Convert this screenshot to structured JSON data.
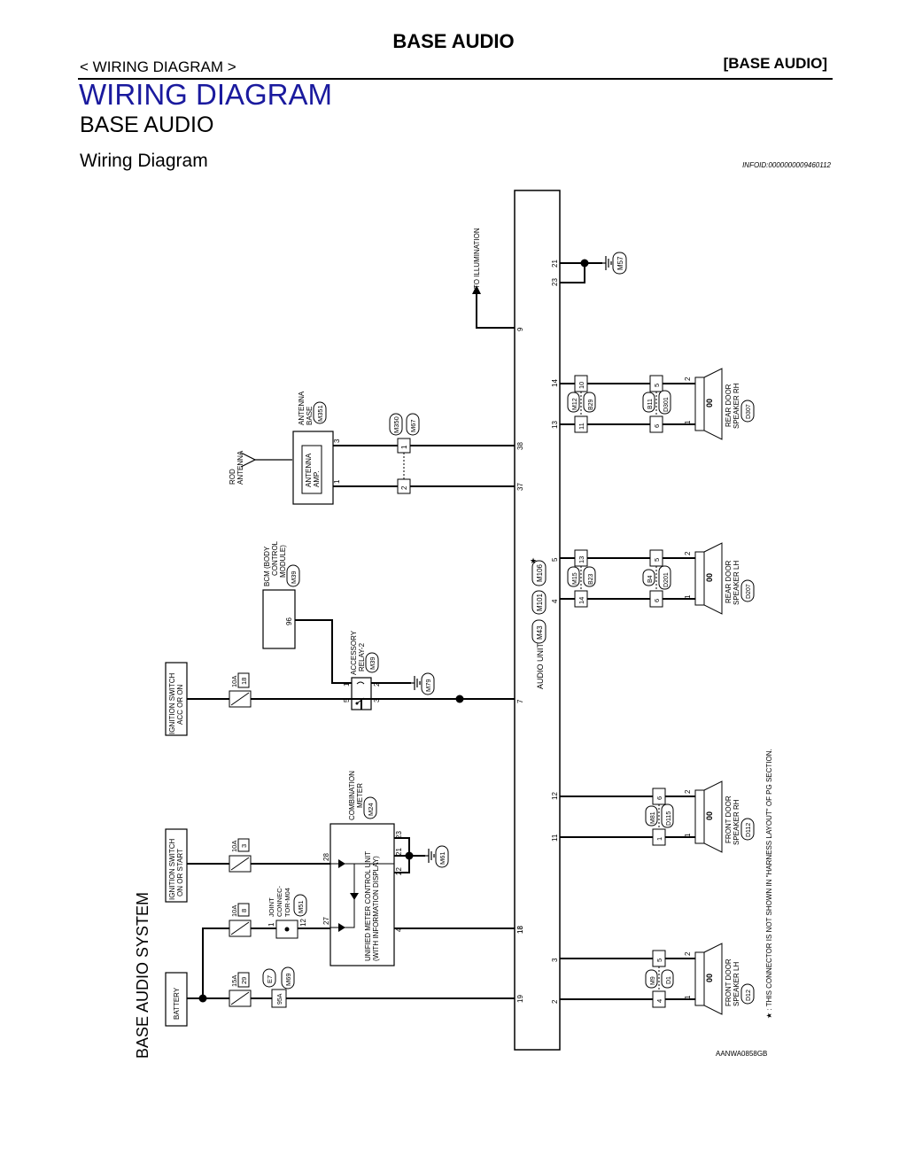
{
  "header": {
    "section_title": "BASE AUDIO",
    "breadcrumb": "< WIRING DIAGRAM >",
    "section_tag": "[BASE AUDIO]",
    "heading": "WIRING DIAGRAM",
    "subheading": "BASE AUDIO",
    "subsection": "Wiring Diagram",
    "info_id": "INFOID:0000000009460112"
  },
  "diagram": {
    "system_title": "BASE AUDIO SYSTEM",
    "figure_code": "AANWA0858GB",
    "note": "★ : THIS CONNECTOR IS NOT SHOWN IN \"HARNESS LAYOUT\" OF PG SECTION.",
    "audio_unit": "AUDIO UNIT",
    "audio_unit_connectors": [
      "M43",
      "M101",
      "M106"
    ],
    "to_illumination": "TO ILLUMINATION",
    "battery": "BATTERY",
    "ign_on_start": [
      "IGNITION SWITCH",
      "ON OR START"
    ],
    "ign_acc_on": [
      "IGNITION SWITCH",
      "ACC OR ON"
    ],
    "fuse_batt": [
      "15A",
      "29"
    ],
    "fuse_batt2": [
      "10A",
      "8"
    ],
    "fuse_onstart": [
      "10A",
      "3"
    ],
    "fuse_acc": [
      "10A",
      "18"
    ],
    "e7": "E7",
    "f95a": "95A",
    "m69": "M69",
    "joint_connector": [
      "JOINT",
      "CONNEC-",
      "TOR-M04",
      "M51"
    ],
    "combination_meter": [
      "COMBINATION",
      "METER",
      "M24"
    ],
    "unified_meter": [
      "UNIFIED METER CONTROL UNIT",
      "(WITH INFORMATION DISPLAY)"
    ],
    "m61": "M61",
    "bcm": [
      "BCM (BODY",
      "CONTROL",
      "MODULE)",
      "M39"
    ],
    "accessory_relay": [
      "ACCESSORY",
      "RELAY-2",
      "M39"
    ],
    "m79": "M79",
    "rod_antenna": [
      "ROD",
      "ANTENNA"
    ],
    "antenna_base": [
      "ANTENNA",
      "BASE",
      "M351"
    ],
    "antenna_amp": [
      "ANTENNA",
      "AMP."
    ],
    "m350": "M350",
    "m67": "M67",
    "m57": "M57",
    "speakers": [
      {
        "lines": [
          "REAR DOOR",
          "SPEAKER RH",
          "D307"
        ],
        "c1": "M12",
        "c2": "B29",
        "c3": "B11",
        "c4": "D301",
        "pins_left_a": "10",
        "pins_left_b": "11",
        "pins_right_a": "5",
        "pins_right_b": "6",
        "au_a": "14",
        "au_b": "13"
      },
      {
        "lines": [
          "REAR DOOR",
          "SPEAKER LH",
          "D207"
        ],
        "c1": "M15",
        "c2": "B23",
        "c3": "B4",
        "c4": "D201",
        "pins_left_a": "13",
        "pins_left_b": "14",
        "pins_right_a": "5",
        "pins_right_b": "6",
        "au_a": "5",
        "au_b": "4"
      },
      {
        "lines": [
          "FRONT DOOR",
          "SPEAKER RH",
          "D112"
        ],
        "c1": "M81",
        "c2": "D115",
        "pins_a": "6",
        "pins_b": "1",
        "au_a": "12",
        "au_b": "11"
      },
      {
        "lines": [
          "FRONT DOOR",
          "SPEAKER LH",
          "D12"
        ],
        "c1": "M9",
        "c2": "D1",
        "pins_a": "5",
        "pins_b": "4",
        "au_a": "3",
        "au_b": "2"
      }
    ],
    "pins": {
      "au_7": "7",
      "au_9": "9",
      "au_18": "18",
      "au_19": "19",
      "au_37": "37",
      "au_38": "38",
      "au_21": "21",
      "au_23": "23",
      "ant_3": "3",
      "ant_1": "1",
      "m67_1": "1",
      "m67_2": "2",
      "relay_1": "1",
      "relay_2": "2",
      "relay_3": "3",
      "relay_5": "5",
      "bcm_96": "96",
      "meter_28": "28",
      "meter_27": "27",
      "meter_4": "4",
      "meter_21": "21",
      "meter_22": "22",
      "meter_23": "23",
      "jc_1": "1",
      "jc_12": "12",
      "spk_2": "2",
      "spk_1": "1",
      "star": "★"
    }
  }
}
